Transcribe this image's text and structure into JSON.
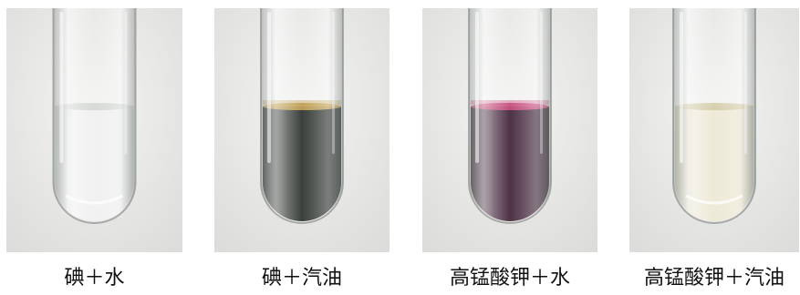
{
  "figure": {
    "panels": [
      {
        "caption": "碘＋水",
        "liquid_color": "#e9ebe9",
        "interface_color": "#c9cdc9",
        "style": "clear"
      },
      {
        "caption": "碘＋汽油",
        "liquid_color": "#141a15",
        "interface_color": "#b8923a",
        "style": "dark"
      },
      {
        "caption": "高锰酸钾＋水",
        "liquid_color": "#2c0922",
        "interface_color": "#c0336a",
        "style": "dark"
      },
      {
        "caption": "高锰酸钾＋汽油",
        "liquid_color": "#e6dfc2",
        "interface_color": "#cbbf92",
        "style": "clear"
      }
    ]
  }
}
